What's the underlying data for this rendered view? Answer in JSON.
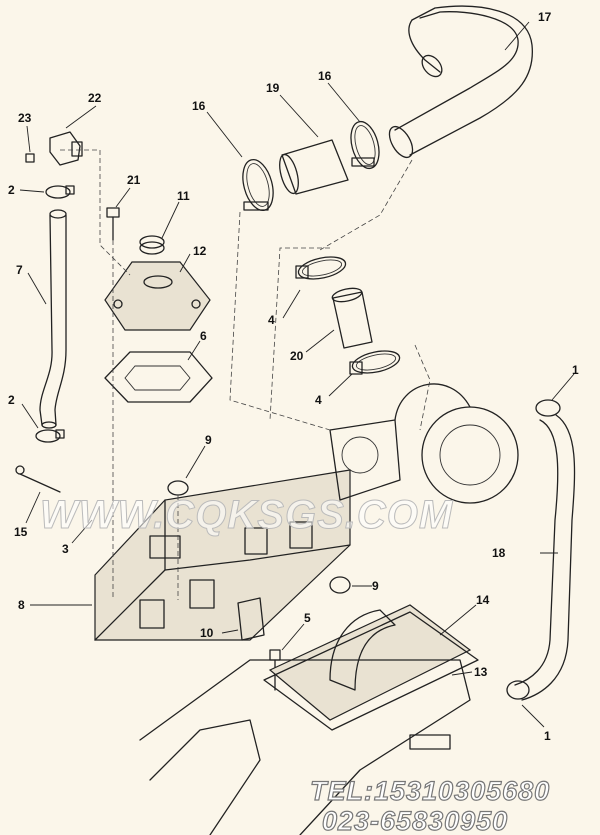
{
  "diagram": {
    "callouts": [
      "1",
      "1",
      "2",
      "2",
      "3",
      "4",
      "4",
      "5",
      "6",
      "7",
      "8",
      "9",
      "9",
      "10",
      "11",
      "12",
      "13",
      "14",
      "15",
      "16",
      "16",
      "17",
      "18",
      "19",
      "20",
      "21",
      "22",
      "23"
    ]
  },
  "watermark": {
    "text": "WWW.CQKSGS.COM"
  },
  "contact": {
    "tel": "TEL:15310305680",
    "phone2": "023-65830950"
  }
}
